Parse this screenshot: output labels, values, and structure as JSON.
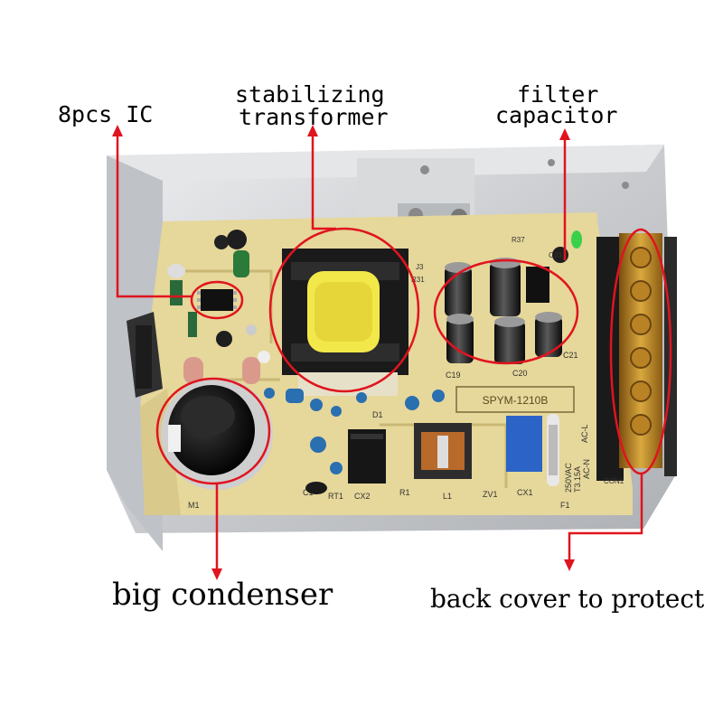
{
  "annotations": {
    "ic_label": "8pcs IC",
    "transformer_label_line1": "stabilizing",
    "transformer_label_line2": "transformer",
    "capacitor_label_line1": "filter",
    "capacitor_label_line2": "capacitor",
    "condenser_label": "big condenser",
    "cover_label": "back cover to protect"
  },
  "board_markings": {
    "model": "SPYM-1210B",
    "fuse_text_1": "250VAC",
    "fuse_text_2": "T3.15A",
    "ac_l": "AC-L",
    "ac_n": "AC-N",
    "c19": "C19",
    "c20": "C20",
    "c21": "C21",
    "c23": "C23",
    "d1": "D1",
    "l1": "L1",
    "cx1": "CX1",
    "cx2": "CX2",
    "rt1": "RT1",
    "f1": "F1",
    "zv1": "ZV1",
    "r1": "R1",
    "c1": "C1",
    "m1": "M1",
    "con1": "CON1",
    "j3": "J3",
    "r31": "R31",
    "r37": "R37"
  },
  "colors": {
    "annotation_red": "#e0141e",
    "pcb": "#e6d79b",
    "chassis": "#d2d4d6",
    "terminal_block": "#c8962a",
    "transformer_core": "#1a1a1a",
    "transformer_coil": "#f2e84a"
  }
}
